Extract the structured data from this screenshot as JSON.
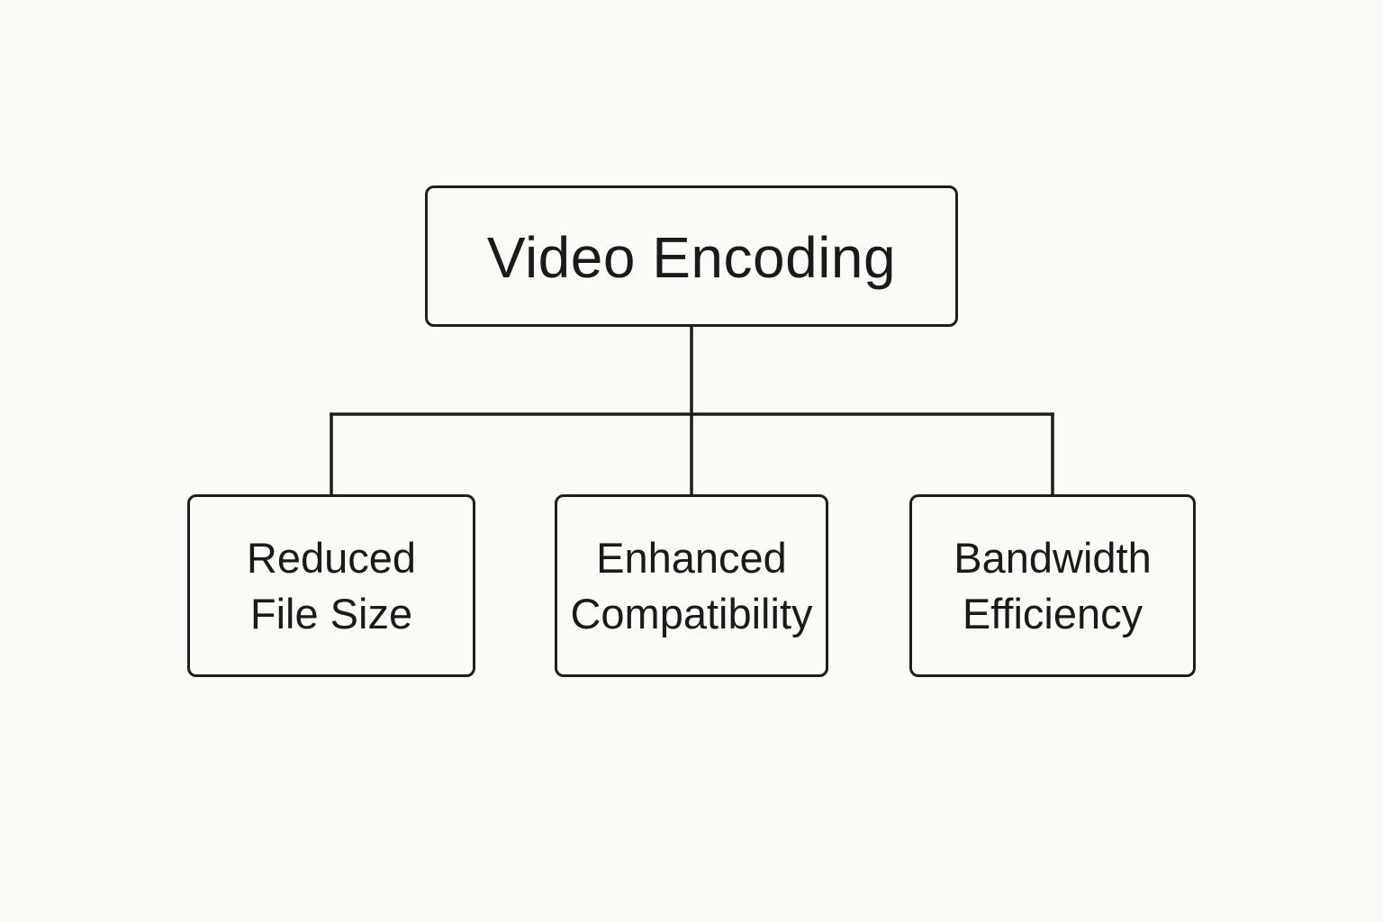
{
  "diagram": {
    "root": {
      "label": "Video Encoding"
    },
    "children": [
      {
        "label": "Reduced\nFile Size"
      },
      {
        "label": "Enhanced\nCompatibility"
      },
      {
        "label": "Bandwidth\nEfficiency"
      }
    ],
    "colors": {
      "background": "#fbfaf7",
      "stroke": "#1e1e1e",
      "text": "#1a1a1a"
    }
  }
}
